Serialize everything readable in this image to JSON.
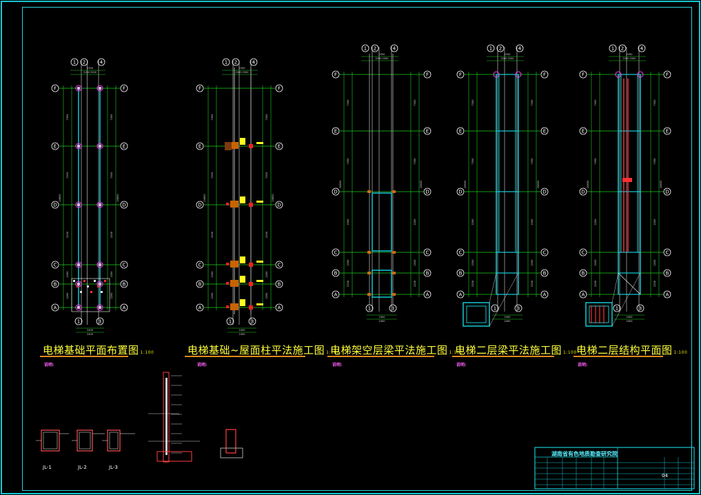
{
  "titles": [
    {
      "text": "电梯基础平面布置图",
      "scale": "1:100"
    },
    {
      "text": "电梯基础~屋面柱平法施工图",
      "scale": "1:100"
    },
    {
      "text": "电梯架空层梁平法施工图",
      "scale": "1:100"
    },
    {
      "text": "电梯二层梁平法施工图",
      "scale": "1:100"
    },
    {
      "text": "电梯二层结构平面图",
      "scale": "1:100"
    }
  ],
  "notes_heading": "说明:",
  "axis_labels": {
    "rows": [
      "F",
      "E",
      "D",
      "C",
      "B",
      "A"
    ],
    "cols_top": [
      "1",
      "2",
      "4"
    ],
    "cols_bottom": [
      "1",
      "3"
    ]
  },
  "section_labels": [
    "JL-1",
    "JL-2",
    "JL-3"
  ],
  "title_block": {
    "heading": "湖南省有色地质勘查研究院",
    "sheet_no": "04",
    "colors": {
      "frame": "#14c8d2"
    }
  },
  "colors": {
    "grid": "#1ed21e",
    "column": "#e0e0e0",
    "beam": "#14c8d2",
    "node": "#ff3c3c",
    "bubble": "#ffffff",
    "title": "#ffff3c"
  }
}
